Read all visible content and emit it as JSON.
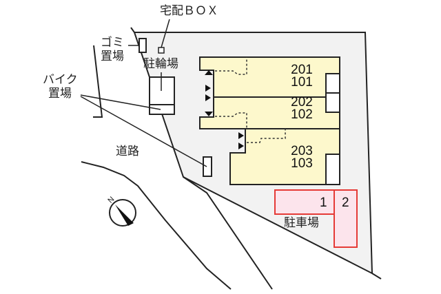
{
  "labels": {
    "delivery_box": "宅配ＢＯＸ",
    "garbage_line1": "ゴミ",
    "garbage_line2": "置場",
    "bike_line1": "バイク",
    "bike_line2": "置場",
    "bicycle_parking": "駐輪場",
    "road": "道路",
    "parking": "駐車場"
  },
  "units": [
    {
      "upper": "201",
      "lower": "101"
    },
    {
      "upper": "202",
      "lower": "102"
    },
    {
      "upper": "203",
      "lower": "103"
    }
  ],
  "parking_spaces": [
    "1",
    "2"
  ],
  "compass": {
    "label": "N"
  },
  "colors": {
    "site_fill": "#f2f2f2",
    "building_fill": "#fdf8cc",
    "parking_fill": "#fce4ec",
    "parking_stroke": "#e53935",
    "line": "#222222"
  }
}
